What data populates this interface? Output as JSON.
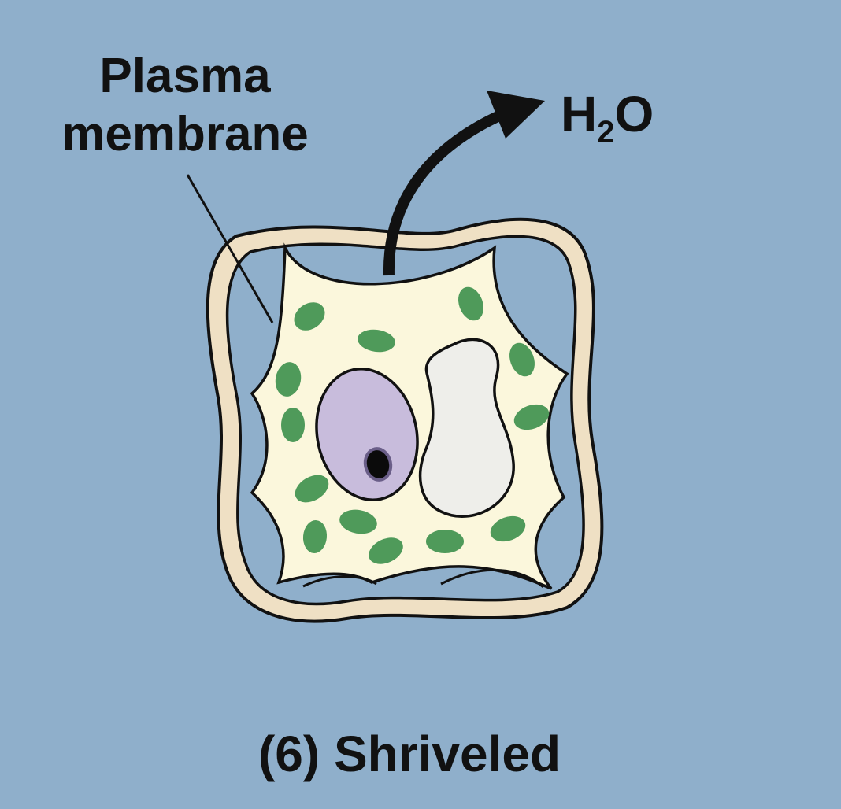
{
  "labels": {
    "plasma_line1": "Plasma",
    "plasma_line2": "membrane",
    "water_base": "H",
    "water_sub": "2",
    "water_tail": "O",
    "caption": "(6) Shriveled"
  },
  "colors": {
    "background": "#8fafcb",
    "cell_wall": "#efe0c4",
    "cytoplasm": "#fbf7dc",
    "chloroplast": "#4f9a5a",
    "nucleus": "#c8bcdc",
    "nucleolus": "#0b0b0b",
    "vacuole": "#eeeeea",
    "outline": "#111111"
  }
}
